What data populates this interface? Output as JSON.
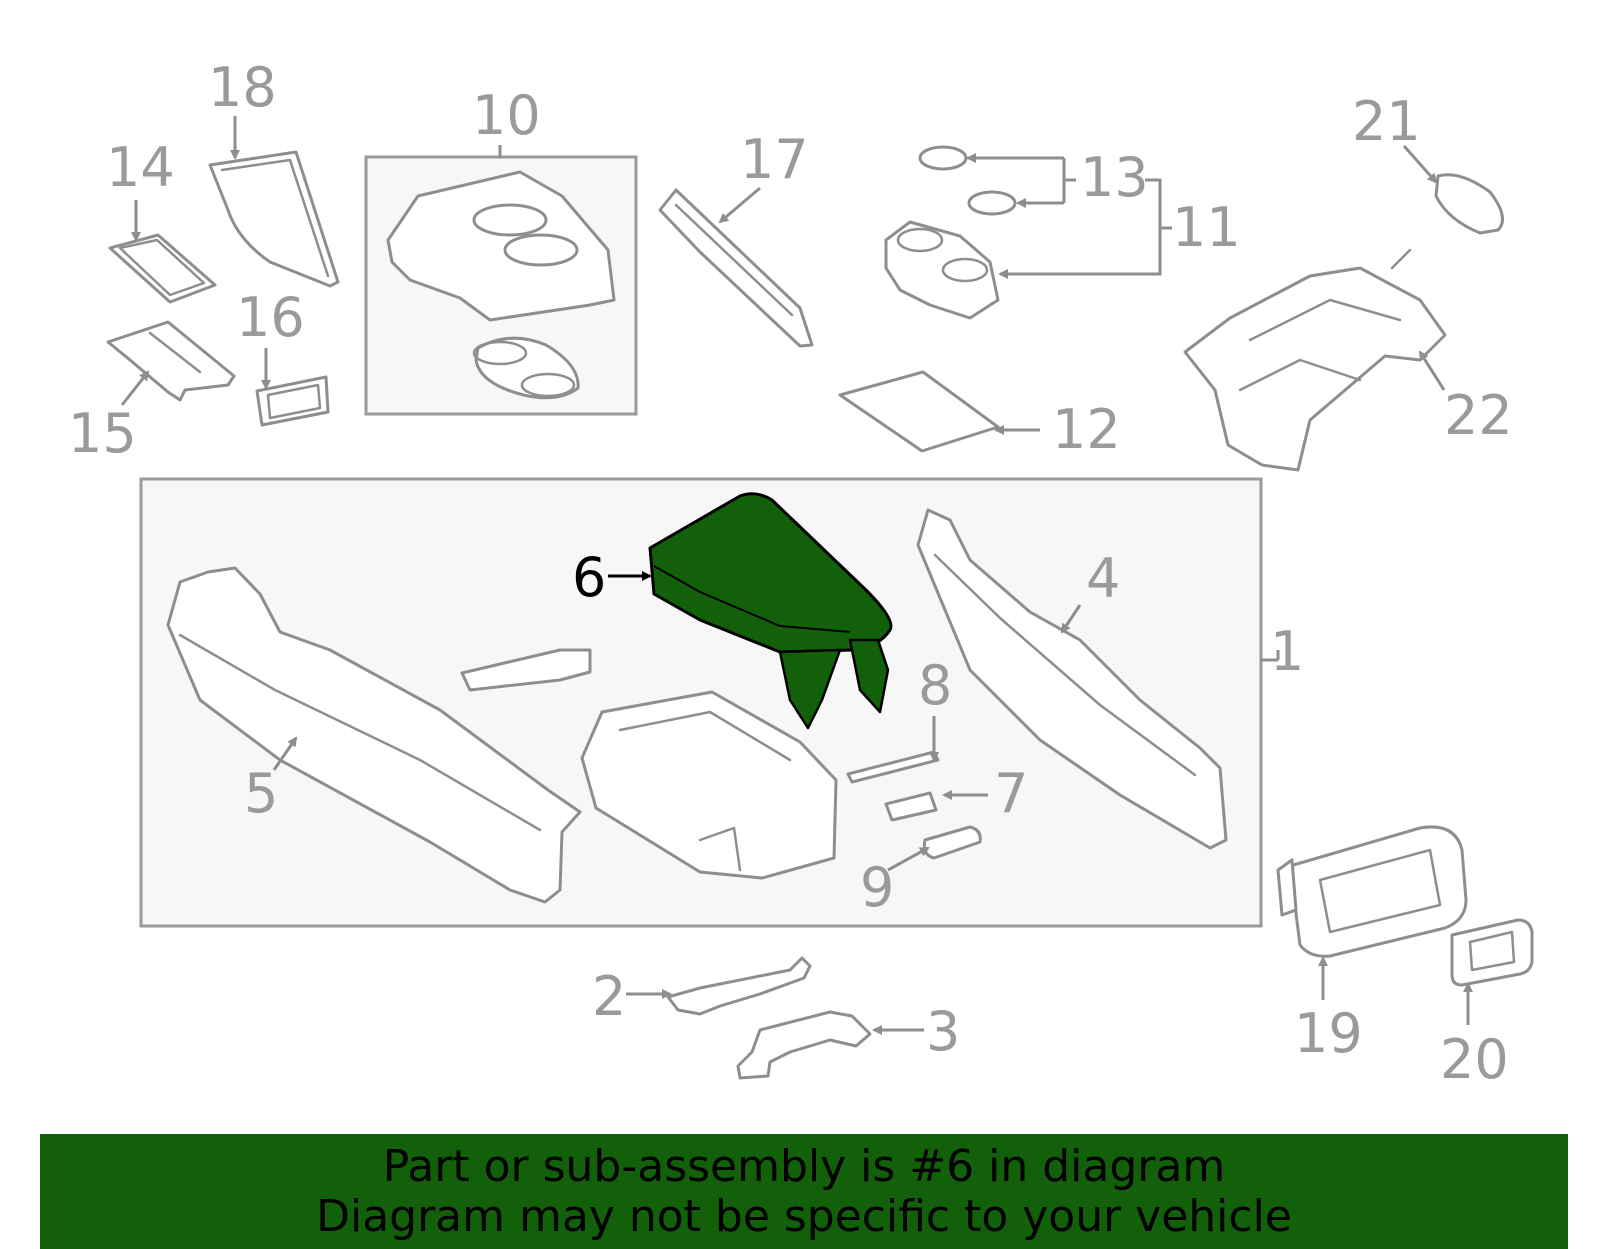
{
  "callouts": [
    "1",
    "2",
    "3",
    "4",
    "5",
    "6",
    "7",
    "8",
    "9",
    "10",
    "11",
    "12",
    "13",
    "14",
    "15",
    "16",
    "17",
    "18",
    "19",
    "20",
    "21",
    "22"
  ],
  "highlight": {
    "part_number": "6",
    "fill_color": "#126009"
  },
  "banner": {
    "background": "#126009",
    "line1": "Part or sub-assembly is #6 in diagram",
    "line2": "Diagram may not be specific to your vehicle"
  }
}
